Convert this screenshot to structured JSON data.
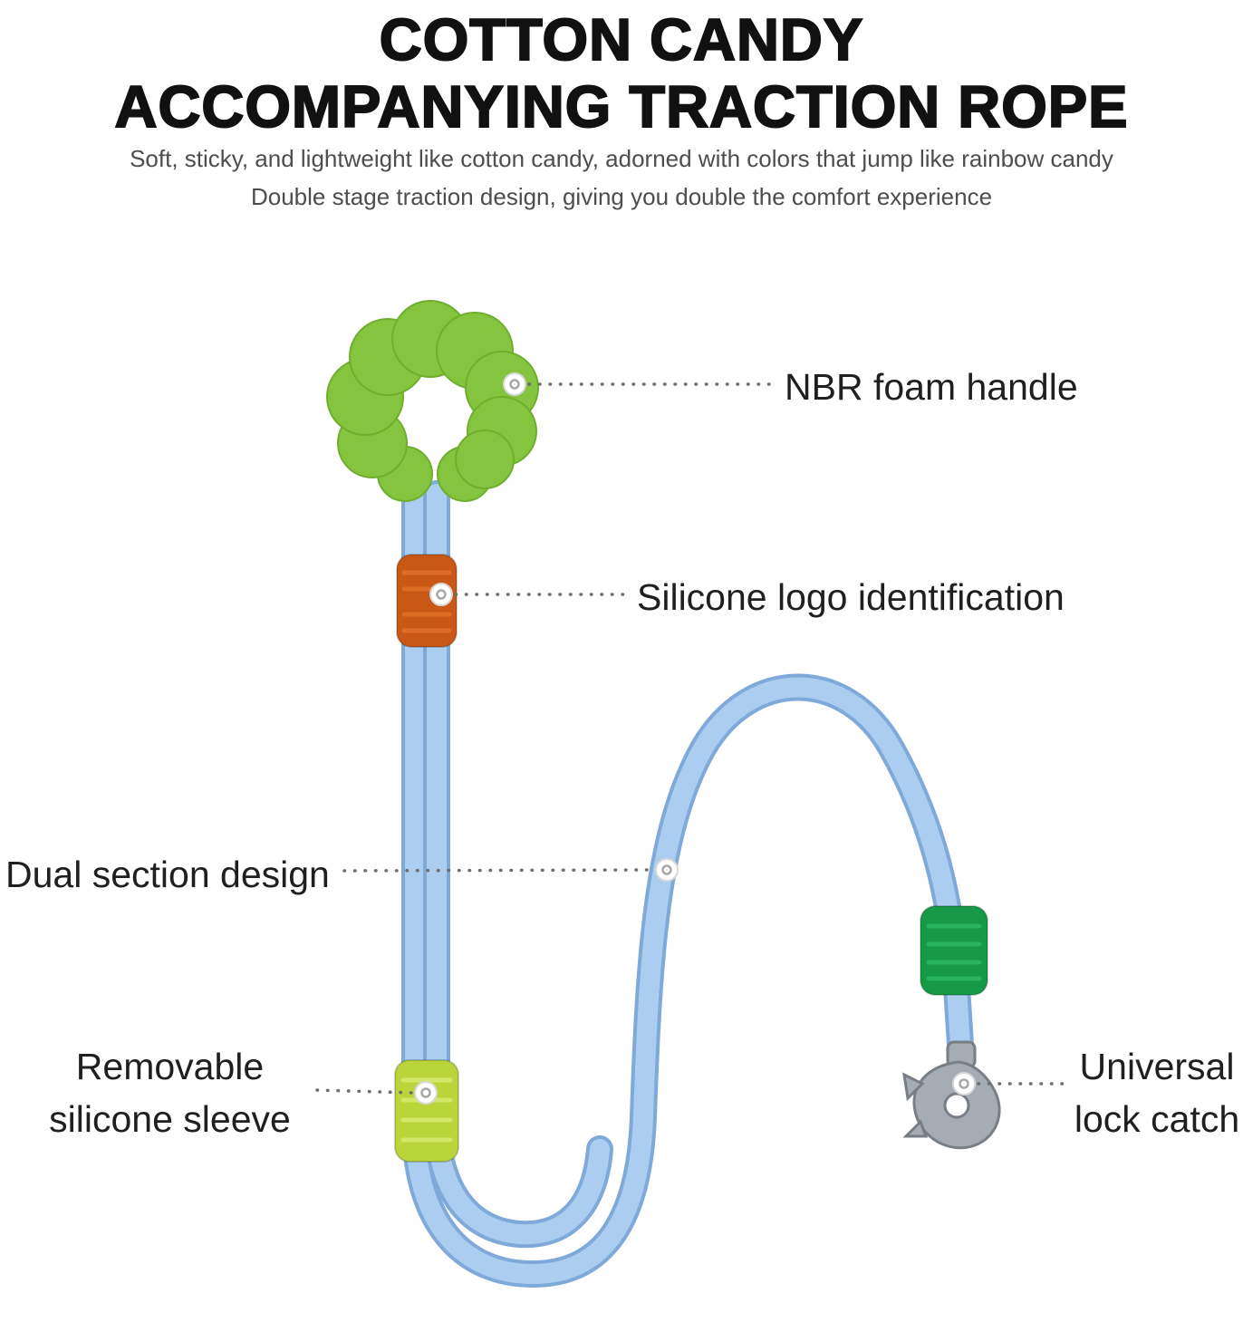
{
  "title": {
    "line1": "COTTON CANDY",
    "line2": "ACCOMPANYING TRACTION ROPE"
  },
  "subtitle": {
    "line1": "Soft, sticky, and lightweight like cotton candy, adorned with colors that jump like rainbow candy",
    "line2": "Double stage traction design, giving you double the comfort experience"
  },
  "callouts": {
    "foam_handle": "NBR foam handle",
    "silicone_logo": "Silicone logo identification",
    "dual_section": "Dual section design",
    "removable_sleeve_line1": "Removable",
    "removable_sleeve_line2": "silicone sleeve",
    "lock_catch_line1": "Universal",
    "lock_catch_line2": "lock catch"
  },
  "colors": {
    "rope": "#abcdf0",
    "rope_edge": "#7fa9d8",
    "handle": "#85c43e",
    "logo_sleeve": "#c95715",
    "logo_sleeve_ridge": "#e0702a",
    "removable_sleeve": "#b9d53a",
    "removable_sleeve_ridge": "#d7ea6f",
    "lock_sleeve": "#169a47",
    "lock_sleeve_ridge": "#2db863",
    "metal": "#a6acb4"
  }
}
